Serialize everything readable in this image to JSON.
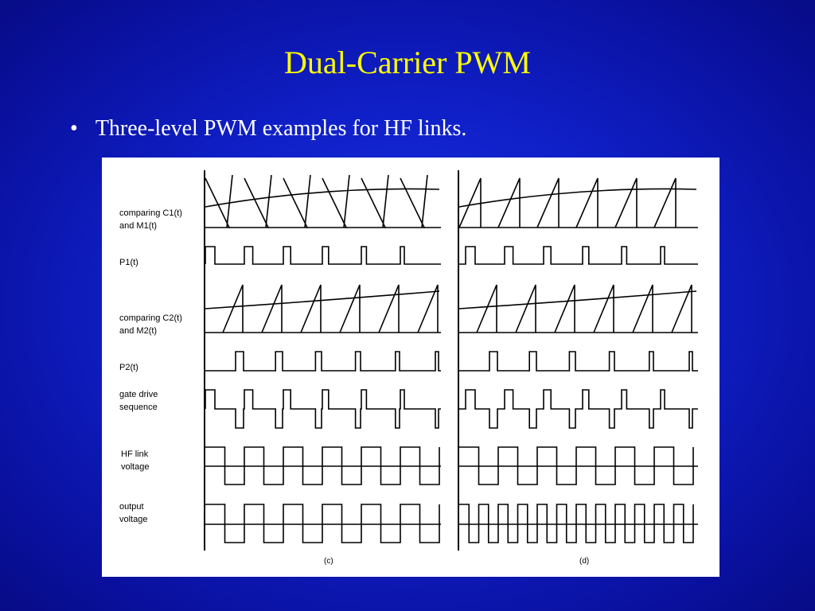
{
  "slide": {
    "title": "Dual-Carrier PWM",
    "bullet_marker": "•",
    "bullet_text": "Three-level PWM examples for HF links."
  },
  "figure": {
    "signal_labels": {
      "c1_line1": "comparing C1(t)",
      "c1_line2": "and M1(t)",
      "p1": "P1(t)",
      "c2_line1": "comparing C2(t)",
      "c2_line2": "and M2(t)",
      "p2": "P2(t)",
      "gate_line1": "gate drive",
      "gate_line2": "sequence",
      "hf_line1": "HF link",
      "hf_line2": "voltage",
      "out_line1": "output",
      "out_line2": "voltage"
    },
    "panel_captions": {
      "left": "(c)",
      "right": "(d)"
    }
  },
  "colors": {
    "title": "#ffff00",
    "text": "#ffffff",
    "background": "#1020c8",
    "figure_bg": "#ffffff",
    "ink": "#000000"
  }
}
